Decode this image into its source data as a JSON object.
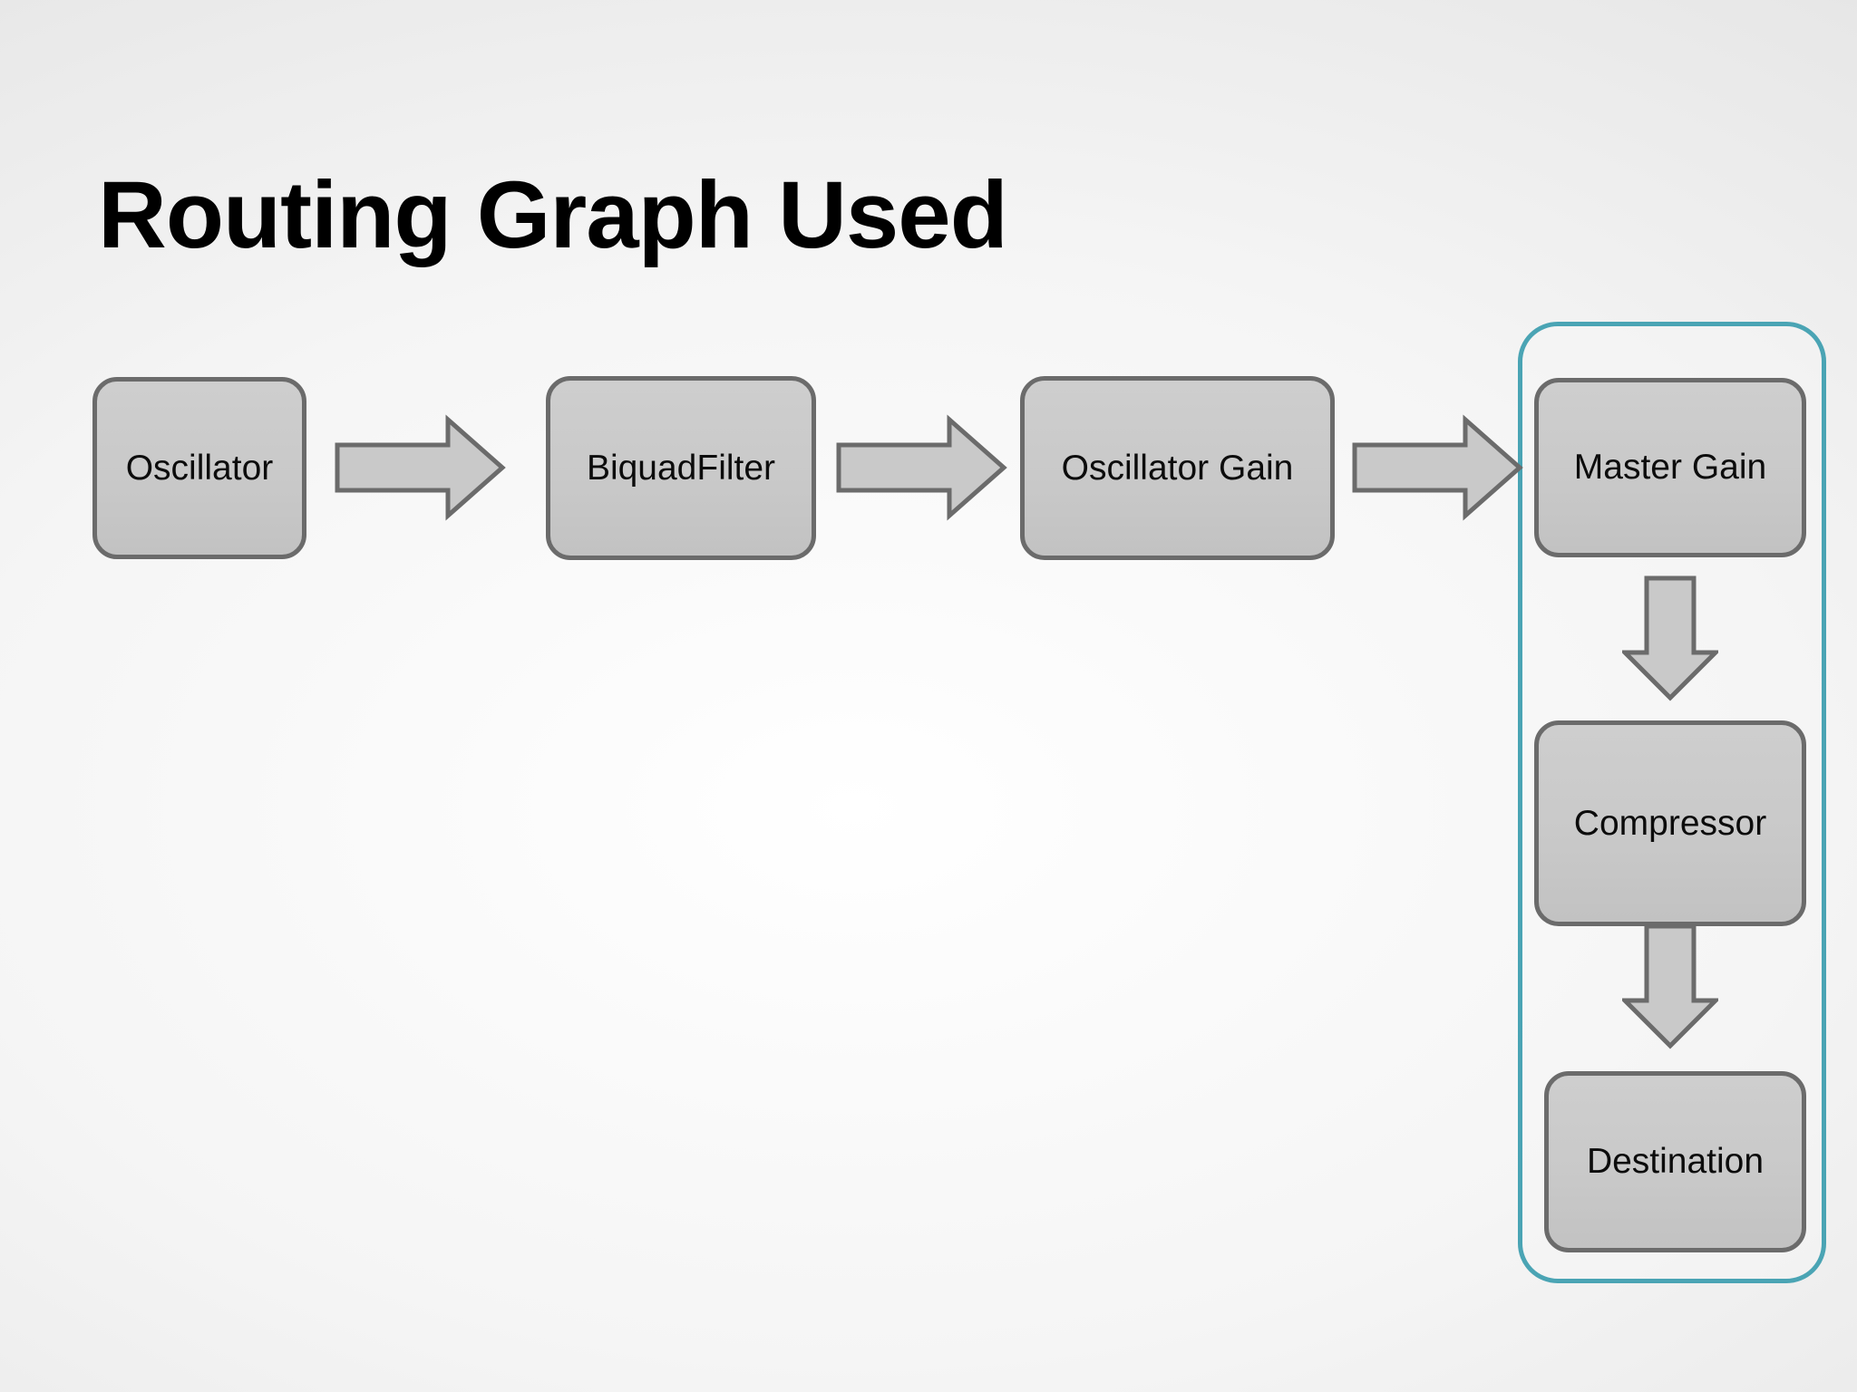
{
  "slide": {
    "title": "Routing Graph Used"
  },
  "diagram": {
    "nodes": [
      {
        "id": "oscillator",
        "label": "Oscillator"
      },
      {
        "id": "biquad-filter",
        "label": "BiquadFilter"
      },
      {
        "id": "oscillator-gain",
        "label": "Oscillator Gain"
      },
      {
        "id": "master-gain",
        "label": "Master Gain"
      },
      {
        "id": "compressor",
        "label": "Compressor"
      },
      {
        "id": "destination",
        "label": "Destination"
      }
    ],
    "edges": [
      {
        "from": "Oscillator",
        "to": "BiquadFilter",
        "direction": "right"
      },
      {
        "from": "BiquadFilter",
        "to": "Oscillator Gain",
        "direction": "right"
      },
      {
        "from": "Oscillator Gain",
        "to": "Master Gain",
        "direction": "right"
      },
      {
        "from": "Master Gain",
        "to": "Compressor",
        "direction": "down"
      },
      {
        "from": "Compressor",
        "to": "Destination",
        "direction": "down"
      }
    ],
    "group": {
      "members": [
        "Master Gain",
        "Compressor",
        "Destination"
      ]
    },
    "colors": {
      "node_fill": "#c9c9c9",
      "node_border": "#6b6b6b",
      "arrow_fill": "#c9c9c9",
      "arrow_border": "#6b6b6b",
      "group_border": "#4aa4b4",
      "title_color": "#000000",
      "label_color": "#0c0c0c",
      "bg_center": "#ffffff",
      "bg_edge": "#d2d2d2"
    }
  }
}
